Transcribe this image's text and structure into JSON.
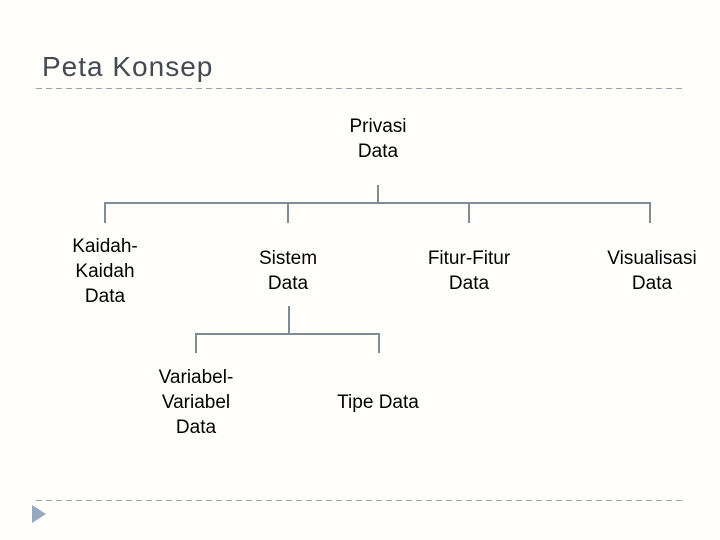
{
  "title": "Peta Konsep",
  "tree": {
    "root": {
      "label": "Privasi\nData"
    },
    "level1": [
      {
        "label": "Kaidah-\nKaidah\nData"
      },
      {
        "label": "Sistem\nData"
      },
      {
        "label": "Fitur-Fitur\nData"
      },
      {
        "label": "Visualisasi\nData"
      }
    ],
    "level2": [
      {
        "label": "Variabel-\nVariabel\nData"
      },
      {
        "label": "Tipe Data"
      }
    ]
  },
  "icons": {
    "footer": "play-triangle-icon"
  },
  "colors": {
    "background": "#fffefb",
    "title_text": "#434a52",
    "node_text": "#000000",
    "connector": "#7e8c96",
    "dashed_rule": "#9da5a7",
    "footer_triangle": "#95aabf"
  }
}
